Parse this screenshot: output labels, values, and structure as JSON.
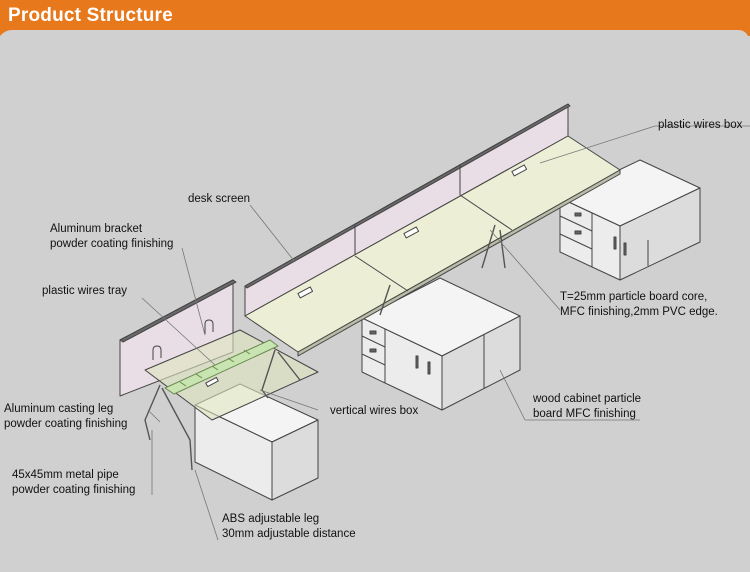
{
  "header": {
    "title": "Product Structure",
    "accent_color": "#e8781c"
  },
  "labels": {
    "plastic_wires_box": [
      "plastic wires box"
    ],
    "desk_screen": [
      "desk screen"
    ],
    "aluminum_bracket": [
      "Aluminum bracket",
      "powder coating finishing"
    ],
    "plastic_wires_tray": [
      "plastic wires tray"
    ],
    "board": [
      "T=25mm particle board core,",
      "MFC finishing,2mm PVC edge."
    ],
    "aluminum_leg": [
      "Aluminum casting leg",
      "powder coating finishing"
    ],
    "vertical_wires_box": [
      "vertical wires box"
    ],
    "wood_cabinet": [
      "wood cabinet particle",
      "board MFC finishing"
    ],
    "metal_pipe": [
      "45x45mm metal pipe",
      "powder coating finishing"
    ],
    "abs_leg": [
      "ABS adjustable leg",
      "30mm adjustable distance"
    ]
  },
  "colors": {
    "desktop": "#ecefd6",
    "screen": "#e9dde6",
    "cabinet": "#f1f1f1",
    "line": "#444444",
    "tray": "#c8e4b0"
  }
}
